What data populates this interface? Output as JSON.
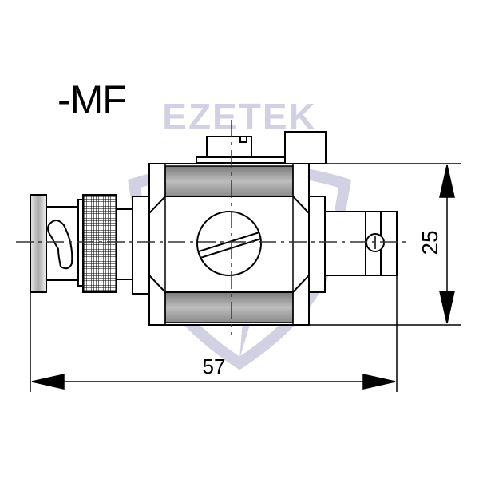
{
  "drawing": {
    "title": "-MF",
    "watermark": {
      "brand": "EZETEK",
      "color": "#c9c9df",
      "opacity": 0.85
    },
    "dimensions": {
      "width_label": "57",
      "height_label": "25"
    },
    "colors": {
      "line": "#000000",
      "centerline": "#333333",
      "shading_dark": "#6e6e6e",
      "shading_light": "#e4e4e4"
    }
  }
}
